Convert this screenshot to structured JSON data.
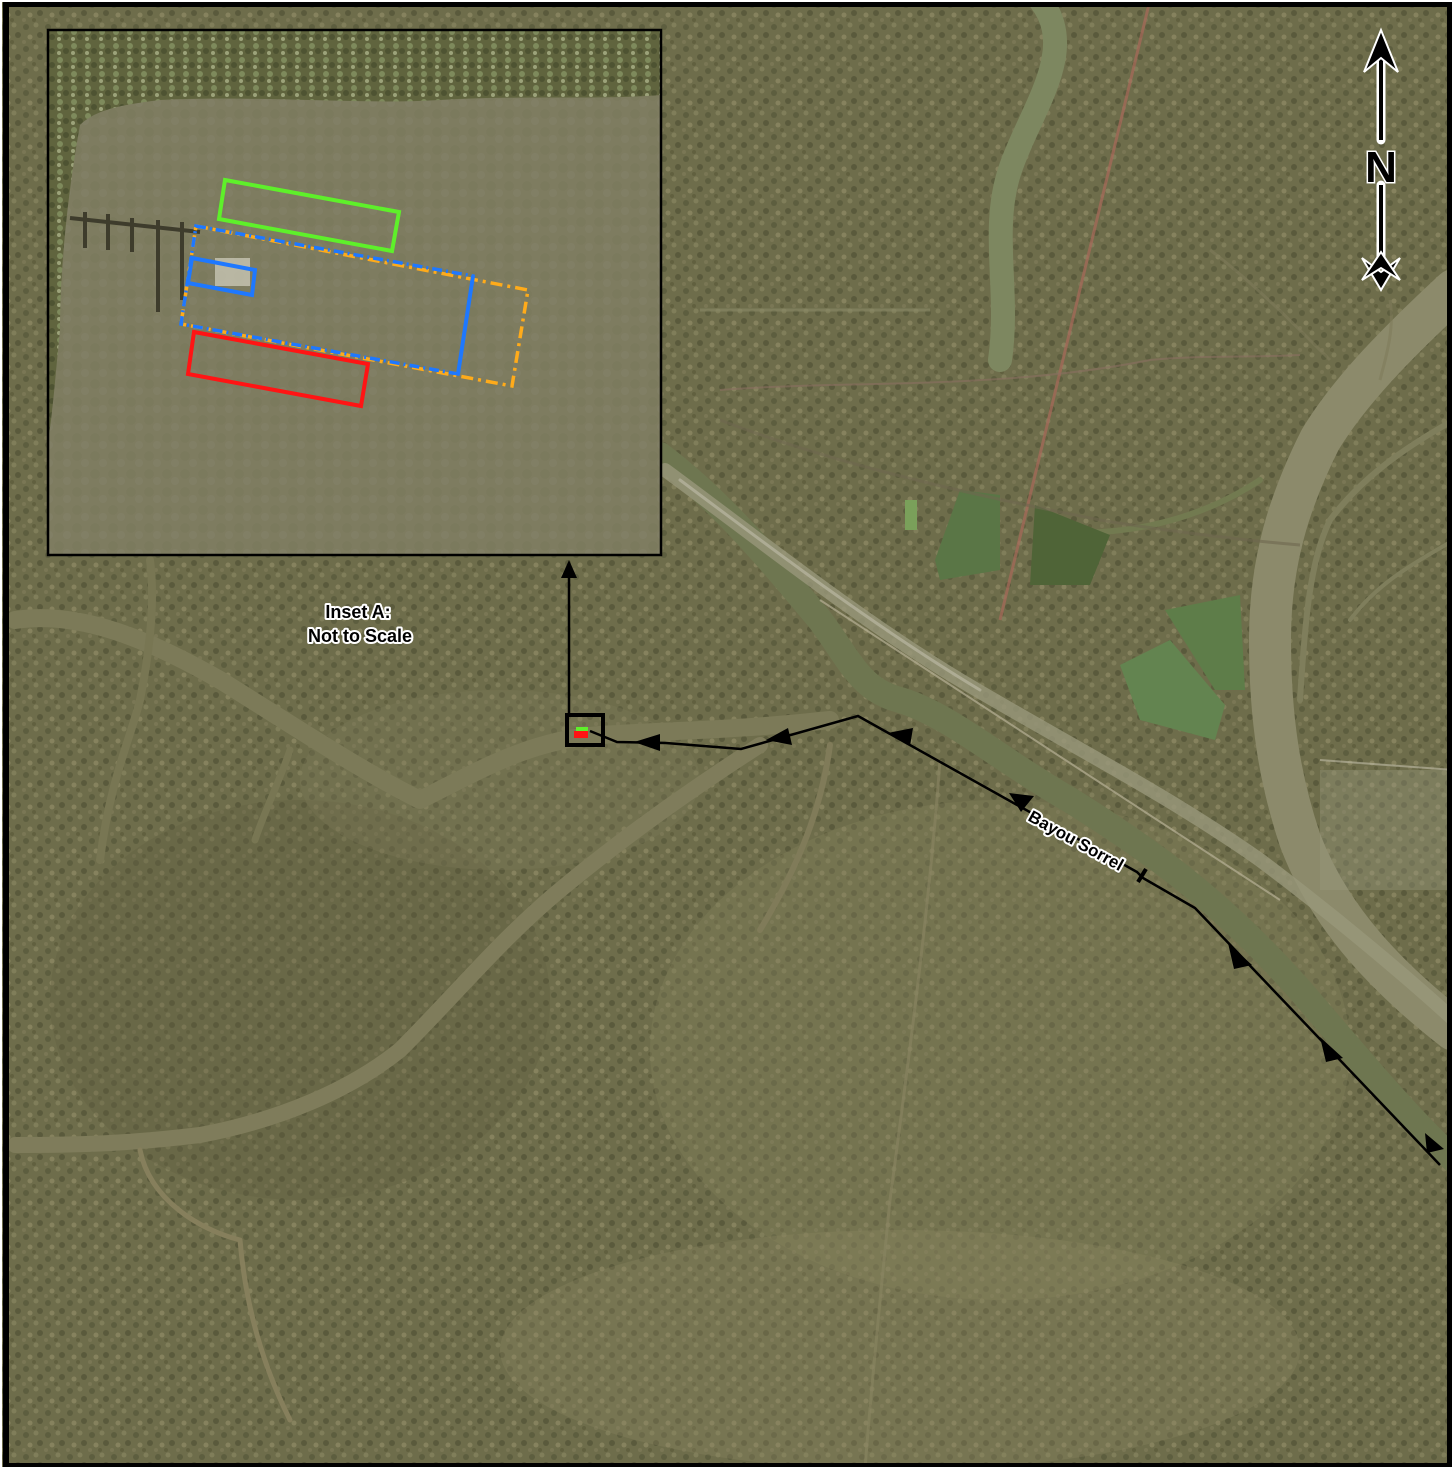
{
  "map": {
    "inset": {
      "title_line1": "Inset A:",
      "title_line2": "Not to Scale"
    },
    "route_label": "Bayou Sorrel",
    "north_arrow_letter": "N",
    "colors": {
      "forest": "#6f6e4c",
      "forest_light": "#8a8760",
      "water": "#7b7c58",
      "river": "#8e8a6c",
      "pond": "#5f7c48",
      "inset_water": "#7d7b5f",
      "route": "#000000",
      "box_green": "#5ef02a",
      "box_blue": "#1e78ff",
      "box_orange": "#ffab1a",
      "box_red": "#ff1414",
      "frame": "#000000"
    }
  }
}
